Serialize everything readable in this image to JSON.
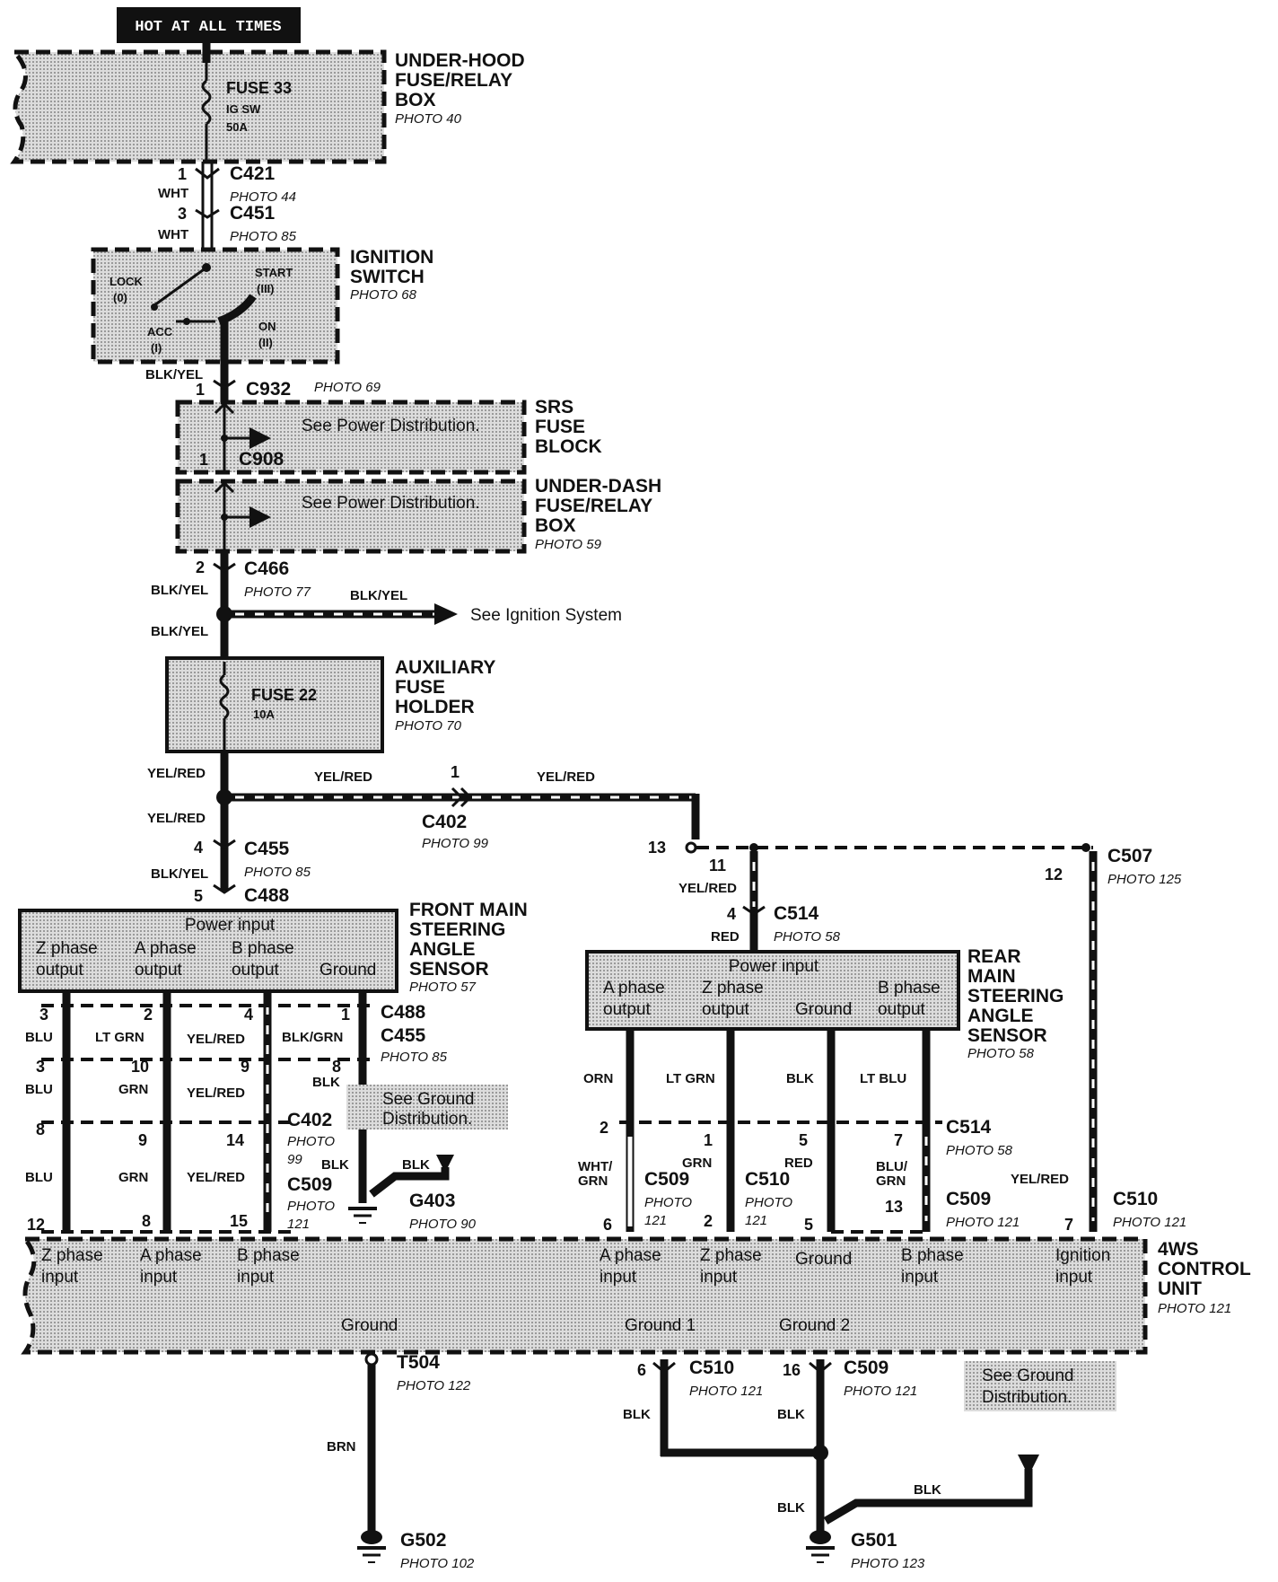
{
  "hot_label": "HOT AT ALL TIMES",
  "components": {
    "underhood_box": {
      "lines": [
        "UNDER-HOOD",
        "FUSE/RELAY",
        "BOX"
      ],
      "photo": "PHOTO 40"
    },
    "fuse33": {
      "name": "FUSE 33",
      "sub1": "IG SW",
      "sub2": "50A"
    },
    "ignition_switch": {
      "lines": [
        "IGNITION",
        "SWITCH"
      ],
      "photo": "PHOTO 68",
      "positions": [
        "LOCK",
        "(0)",
        "ACC",
        "(I)",
        "START",
        "(III)",
        "ON",
        "(II)"
      ]
    },
    "srs_block": {
      "lines": [
        "SRS",
        "FUSE",
        "BLOCK"
      ],
      "note": "See Power Distribution.",
      "connector": "C908",
      "pin": "1"
    },
    "underdash_box": {
      "lines": [
        "UNDER-DASH",
        "FUSE/RELAY",
        "BOX"
      ],
      "photo": "PHOTO 59",
      "note": "See Power Distribution."
    },
    "aux_fuse_holder": {
      "lines": [
        "AUXILIARY",
        "FUSE",
        "HOLDER"
      ],
      "photo": "PHOTO 70",
      "fuse": "FUSE 22",
      "rating": "10A"
    },
    "front_sensor": {
      "lines": [
        "FRONT MAIN",
        "STEERING",
        "ANGLE",
        "SENSOR"
      ],
      "photo": "PHOTO 57",
      "power": "Power input",
      "terminals": [
        "Z phase",
        "output",
        "A phase",
        "output",
        "B phase",
        "output",
        "Ground"
      ]
    },
    "rear_sensor": {
      "lines": [
        "REAR",
        "MAIN",
        "STEERING",
        "ANGLE",
        "SENSOR"
      ],
      "photo": "PHOTO 58",
      "power": "Power input",
      "terminals": [
        "A phase",
        "output",
        "Z phase",
        "output",
        "Ground",
        "B phase",
        "output"
      ]
    },
    "control_unit": {
      "lines": [
        "4WS",
        "CONTROL",
        "UNIT"
      ],
      "photo": "PHOTO 121",
      "inputs": [
        "Z phase",
        "input",
        "A phase",
        "input",
        "B phase",
        "input",
        "A phase",
        "input",
        "Z phase",
        "input",
        "Ground",
        "B phase",
        "input",
        "Ignition",
        "input"
      ],
      "grounds": [
        "Ground",
        "Ground 1",
        "Ground 2"
      ]
    }
  },
  "connectors": {
    "c421": {
      "id": "C421",
      "photo": "PHOTO 44",
      "pin": "1"
    },
    "c451": {
      "id": "C451",
      "photo": "PHOTO 85",
      "pin": "3"
    },
    "c932": {
      "id": "C932",
      "photo": "PHOTO 69",
      "pin": "1"
    },
    "c466": {
      "id": "C466",
      "photo": "PHOTO 77",
      "pin": "2"
    },
    "c402_top": {
      "id": "C402",
      "photo": "PHOTO 99",
      "pin": "1"
    },
    "c455_top": {
      "id": "C455",
      "photo": "PHOTO 85",
      "pin": "4"
    },
    "c488_top": {
      "id": "C488",
      "pin": "5"
    },
    "c507": {
      "id": "C507",
      "photo": "PHOTO 125",
      "pin13": "13",
      "pin11": "11",
      "pin12": "12"
    },
    "c514_top": {
      "id": "C514",
      "photo": "PHOTO 58",
      "pin": "4"
    },
    "c488_front": {
      "id": "C488",
      "pins": [
        "3",
        "2",
        "4",
        "1"
      ]
    },
    "c455_front": {
      "id": "C455",
      "photo": "PHOTO 85",
      "pins": [
        "3",
        "10",
        "9",
        "8"
      ]
    },
    "c402_front": {
      "id": "C402",
      "photo": "PHOTO",
      "photo_num": "99",
      "pins": [
        "8",
        "9",
        "14"
      ]
    },
    "c509_front": {
      "id": "C509",
      "photo": "PHOTO",
      "photo_num": "121",
      "pins": [
        "12",
        "8",
        "15"
      ]
    },
    "c514_rear": {
      "id": "C514",
      "photo": "PHOTO 58",
      "pins": [
        "2",
        "1",
        "5",
        "7"
      ]
    },
    "c509_rear_a": {
      "id": "C509",
      "photo": "PHOTO",
      "photo_num": "121",
      "pin": "6"
    },
    "c510_rear": {
      "id": "C510",
      "photo": "PHOTO",
      "photo_num": "121",
      "pins": [
        "2",
        "5"
      ]
    },
    "c509_rear_b": {
      "id": "C509",
      "photo": "PHOTO 121",
      "pin": "13"
    },
    "c510_ign": {
      "id": "C510",
      "photo": "PHOTO 121",
      "pin": "7"
    },
    "t504": {
      "id": "T504",
      "photo": "PHOTO 122"
    },
    "c510_gnd": {
      "id": "C510",
      "photo": "PHOTO 121",
      "pin": "6"
    },
    "c509_gnd": {
      "id": "C509",
      "photo": "PHOTO 121",
      "pin": "16"
    }
  },
  "grounds": {
    "g403": {
      "id": "G403",
      "photo": "PHOTO 90"
    },
    "g502": {
      "id": "G502",
      "photo": "PHOTO 102"
    },
    "g501": {
      "id": "G501",
      "photo": "PHOTO 123"
    }
  },
  "wires": {
    "wht": "WHT",
    "blk_yel": "BLK/YEL",
    "yel_red": "YEL/RED",
    "red": "RED",
    "blu": "BLU",
    "lt_grn": "LT GRN",
    "blk_grn": "BLK/GRN",
    "grn": "GRN",
    "blk": "BLK",
    "orn": "ORN",
    "lt_blu": "LT BLU",
    "wht_grn_1": "WHT/",
    "wht_grn_2": "GRN",
    "blu_grn_1": "BLU/",
    "blu_grn_2": "GRN",
    "brn": "BRN"
  },
  "notes": {
    "ignition": "See Ignition System",
    "ground_1": "See Ground",
    "ground_1b": "Distribution.",
    "ground_2": "See Ground",
    "ground_2b": "Distribution."
  }
}
